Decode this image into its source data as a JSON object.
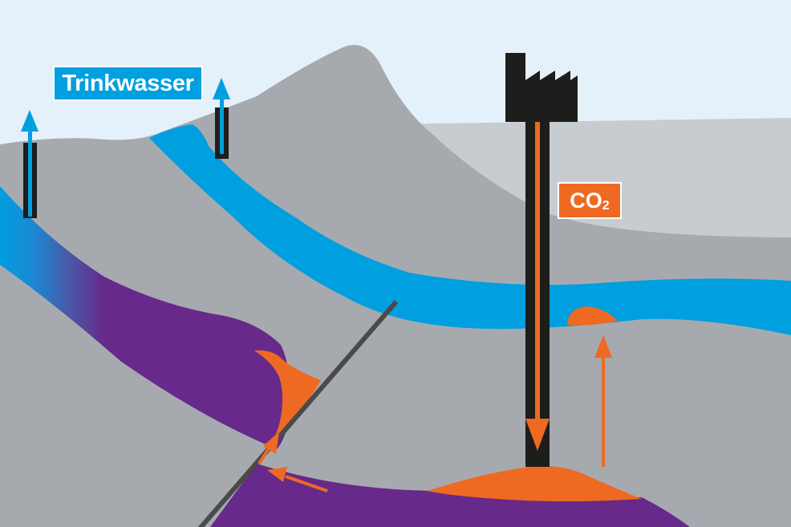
{
  "labels": {
    "drinking_water": "Trinkwasser",
    "co2_main": "CO",
    "co2_sub": "2"
  },
  "icons": {
    "factory": "factory-icon",
    "water_arrow": "up-arrow-icon",
    "co2_arrow": "down-arrow-icon"
  },
  "colors": {
    "sky": "#e4f1fa",
    "rock": "#a6aaaf",
    "far_ground": "#c7ccd0",
    "aquifer": "#009fdf",
    "saline_layer": "#67298a",
    "co2": "#ee6a22",
    "pipe": "#1d1d1b",
    "fault": "#4a4a4a"
  }
}
